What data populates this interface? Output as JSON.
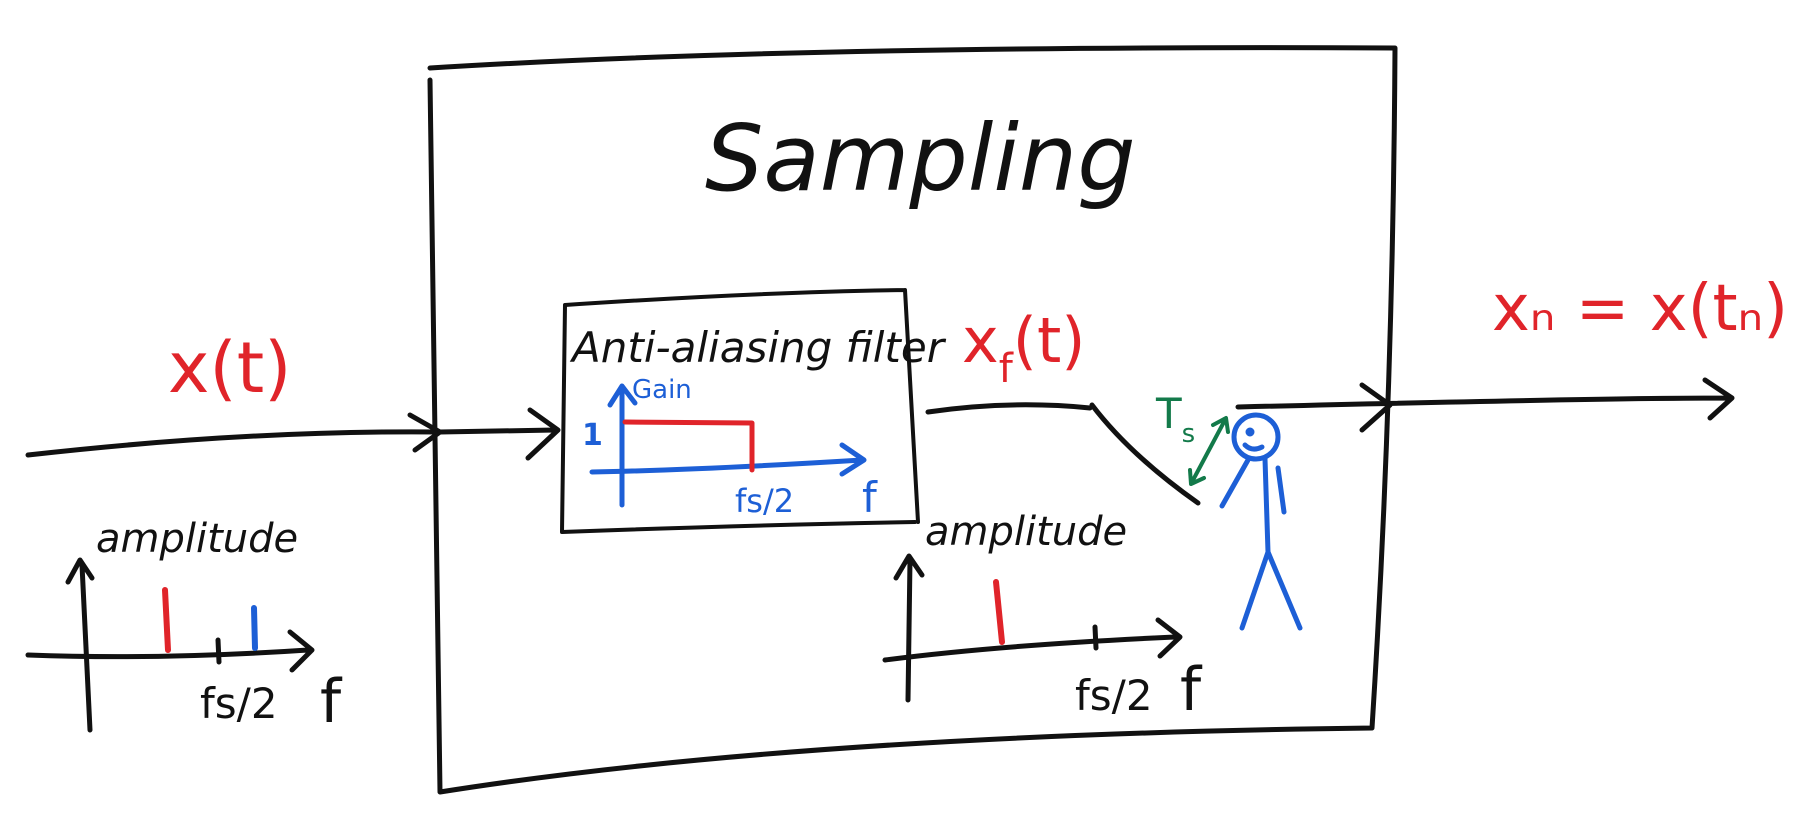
{
  "colors": {
    "ink": "#111111",
    "signal_red": "#e0242a",
    "blue": "#1d5fd6",
    "green": "#137a4a",
    "background": "#ffffff"
  },
  "labels": {
    "title": "Sampling",
    "input_signal": "x(t)",
    "filtered_signal_main": "x",
    "filtered_signal_sub": "f",
    "filtered_signal_arg": "(t)",
    "output_signal": "xₙ = x(tₙ)",
    "filter_title": "Anti-aliasing filter",
    "filter_gain_axis": "Gain",
    "filter_gain_value": "1",
    "filter_cutoff": "fs/2",
    "filter_freq_axis": "f",
    "sampling_period_main": "T",
    "sampling_period_sub": "s",
    "left_spectrum_amplitude": "amplitude",
    "left_spectrum_nyquist": "fs/2",
    "left_spectrum_freq": "f",
    "right_spectrum_amplitude": "amplitude",
    "right_spectrum_nyquist": "fs/2",
    "right_spectrum_freq": "f"
  },
  "icons": {
    "operator": "stick-figure-icon",
    "switch": "sampling-switch-icon"
  }
}
